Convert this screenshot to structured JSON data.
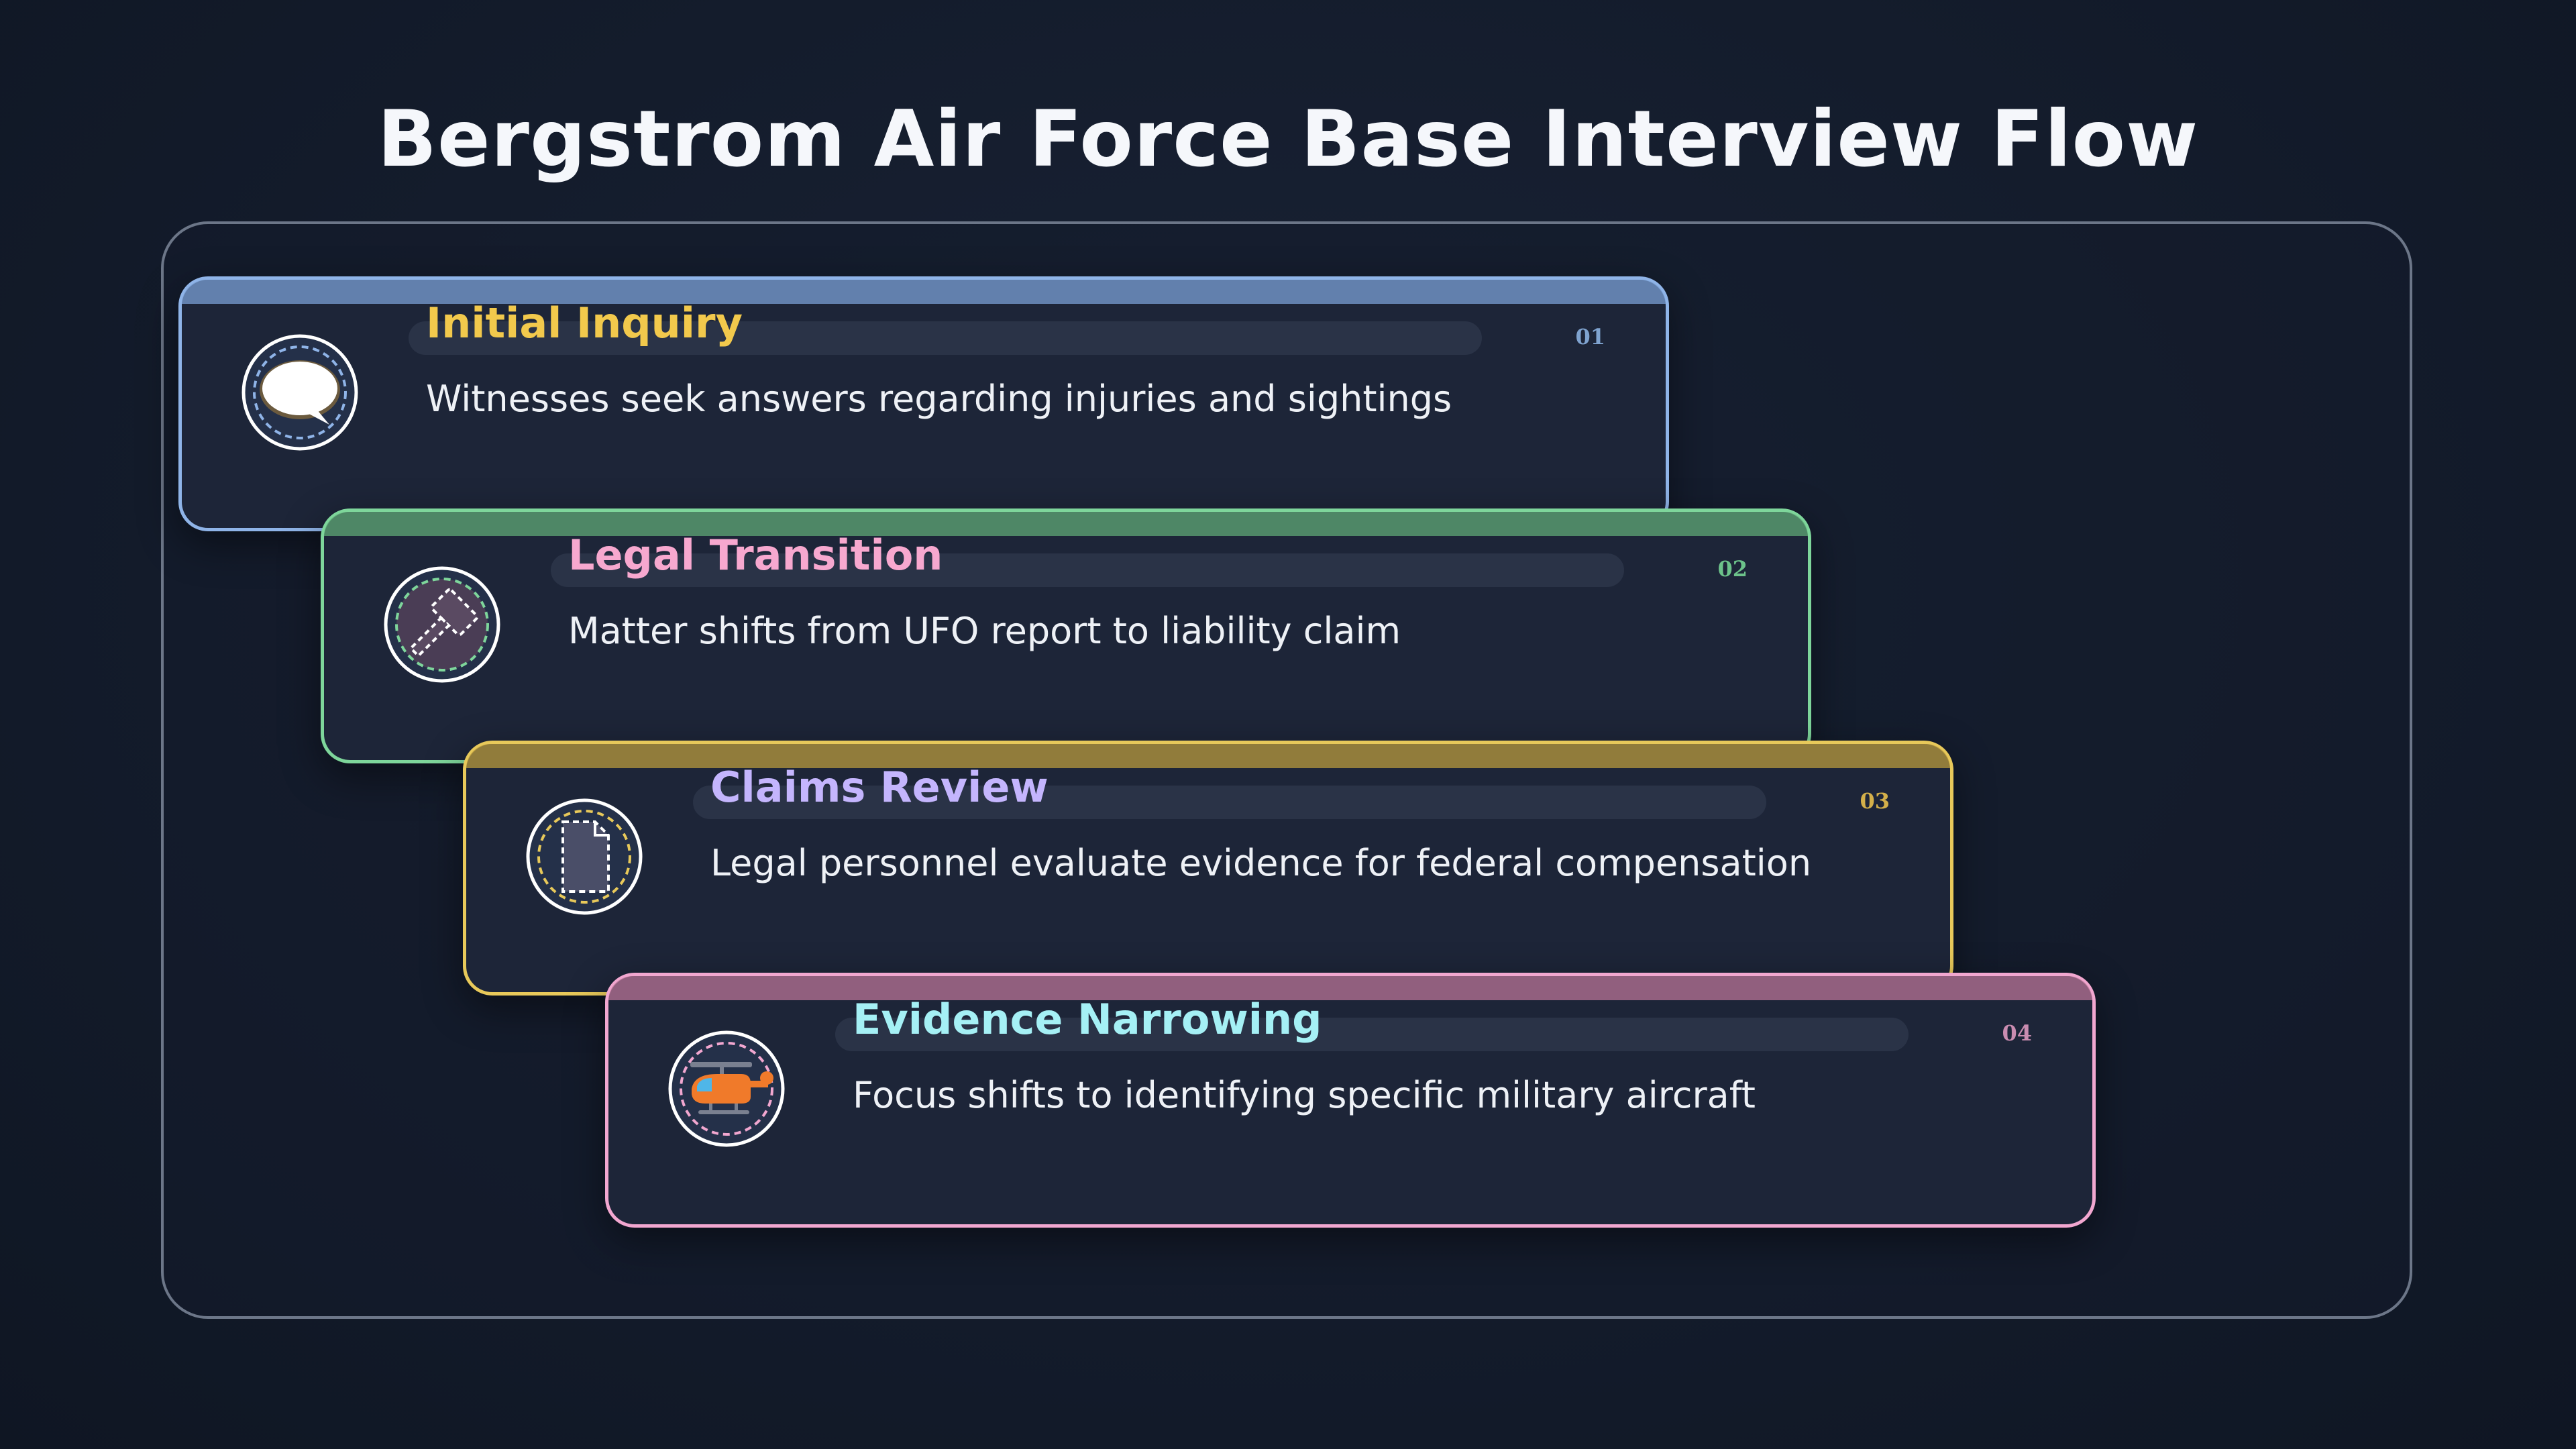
{
  "title": "Bergstrom Air Force Base Interview Flow",
  "steps": [
    {
      "number": "01",
      "title": "Initial Inquiry",
      "description": "Witnesses seek answers regarding injuries and sightings",
      "icon": "speech-bubble-icon",
      "border_color": "#8fb4e8",
      "title_color": "#f2c94c",
      "number_color": "#7fa3cf"
    },
    {
      "number": "02",
      "title": "Legal Transition",
      "description": "Matter shifts from UFO report to liability claim",
      "icon": "gavel-icon",
      "border_color": "#7ed69b",
      "title_color": "#f7a8cf",
      "number_color": "#6cc28a"
    },
    {
      "number": "03",
      "title": "Claims Review",
      "description": "Legal personnel evaluate evidence for federal compensation",
      "icon": "document-icon",
      "border_color": "#e8c95a",
      "title_color": "#c4b5fd",
      "number_color": "#d4b04a"
    },
    {
      "number": "04",
      "title": "Evidence Narrowing",
      "description": "Focus shifts to identifying specific military aircraft",
      "icon": "helicopter-icon",
      "border_color": "#f2a7d0",
      "title_color": "#a5f0f5",
      "number_color": "#c98cb0"
    }
  ]
}
